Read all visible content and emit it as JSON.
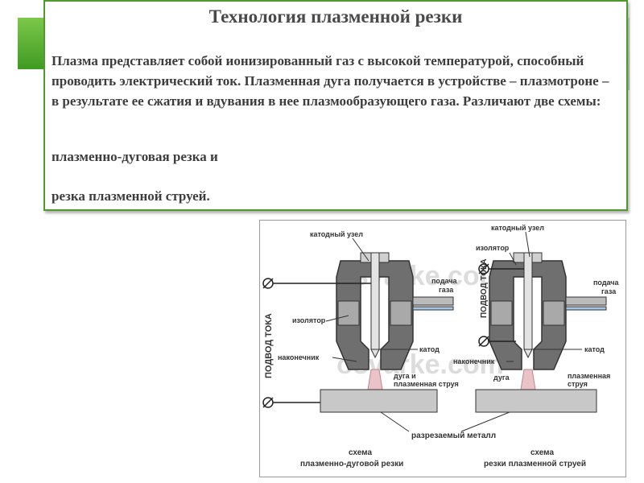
{
  "slide": {
    "title": "Технология плазменной резки",
    "paragraph": "Плазма представляет собой ионизированный газ с высокой температурой, способный проводить электрический ток. Плазменная дуга получается  в устройстве – плазмотроне – в результате ее сжатия и вдувания в нее плазмообразующего газа. Различают две схемы:",
    "scheme_item_1": "плазменно-дуговая резка и",
    "scheme_item_2": "резка плазменной струей."
  },
  "diagram": {
    "watermark": "osvarke.com",
    "current_supply_label": "ПОДВОД ТОКА",
    "left": {
      "cathode_unit": "катодный узел",
      "gas_feed_line1": "подача",
      "gas_feed_line2": "газа",
      "insulator": "изолятор",
      "cathode": "катод",
      "nozzle": "наконечник",
      "arc_jet_line1": "дуга и",
      "arc_jet_line2": "плазменная струя",
      "caption_line1": "схема",
      "caption_line2": "плазменно-дуговой резки"
    },
    "right": {
      "cathode_unit": "катодный узел",
      "insulator": "изолятор",
      "gas_feed_line1": "подача",
      "gas_feed_line2": "газа",
      "cathode": "катод",
      "nozzle": "наконечник",
      "arc": "дуга",
      "jet_line1": "плазменная",
      "jet_line2": "струя",
      "caption_line1": "схема",
      "caption_line2": "резки плазменной струей"
    },
    "metal_label": "разрезаемый металл",
    "colors": {
      "body_dark": "#6f6f6f",
      "body_light": "#a9a9a9",
      "workpiece": "#c8c8c8",
      "plasma": "#e9c3c8",
      "blue_gas": "#a8c4e4"
    }
  }
}
